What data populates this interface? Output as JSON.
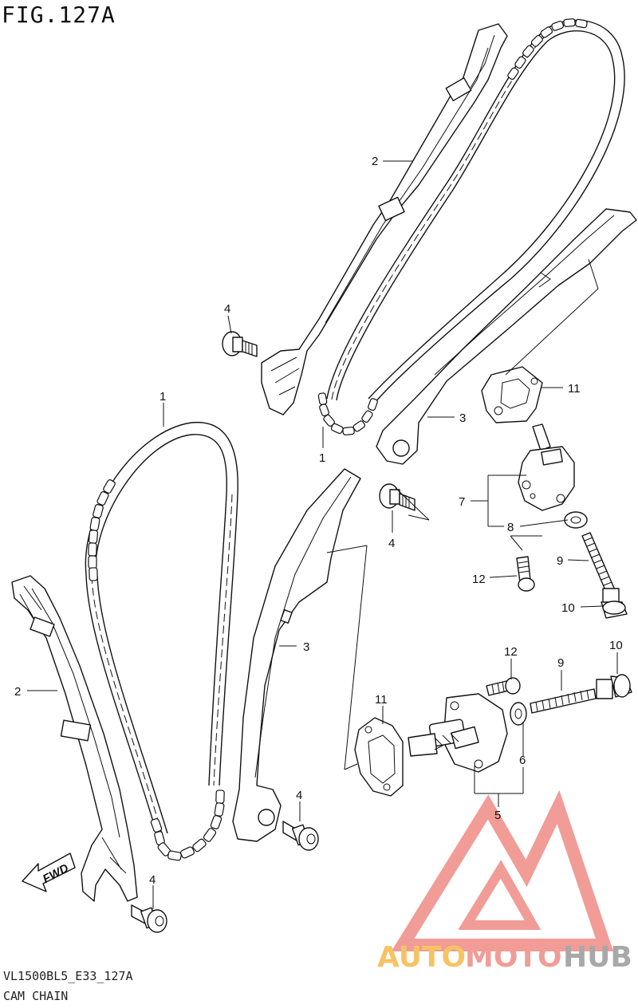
{
  "figure_title": "FIG.127A",
  "drawing_code": "VL1500BL5_E33_127A",
  "drawing_name": "CAM CHAIN",
  "fwd_label": "FWD",
  "watermark": {
    "part1": "AUTO",
    "part2": "MOTO",
    "part3": "HUB",
    "color_auto": "#f5b94a",
    "color_moto": "#ef8b86",
    "color_hub": "#9a9a9a",
    "logo_color": "#ef8b86"
  },
  "callouts": {
    "c1_top": "1",
    "c1_bot": "1",
    "c2_top": "2",
    "c2_bot": "2",
    "c3_top": "3",
    "c3_bot": "3",
    "c4_a": "4",
    "c4_b": "4",
    "c4_c": "4",
    "c4_d": "4",
    "c5": "5",
    "c6": "6",
    "c7": "7",
    "c8": "8",
    "c9_top": "9",
    "c9_bot": "9",
    "c10_top": "10",
    "c10_bot": "10",
    "c11_top": "11",
    "c11_bot": "11",
    "c12_top": "12",
    "c12_bot": "12"
  }
}
